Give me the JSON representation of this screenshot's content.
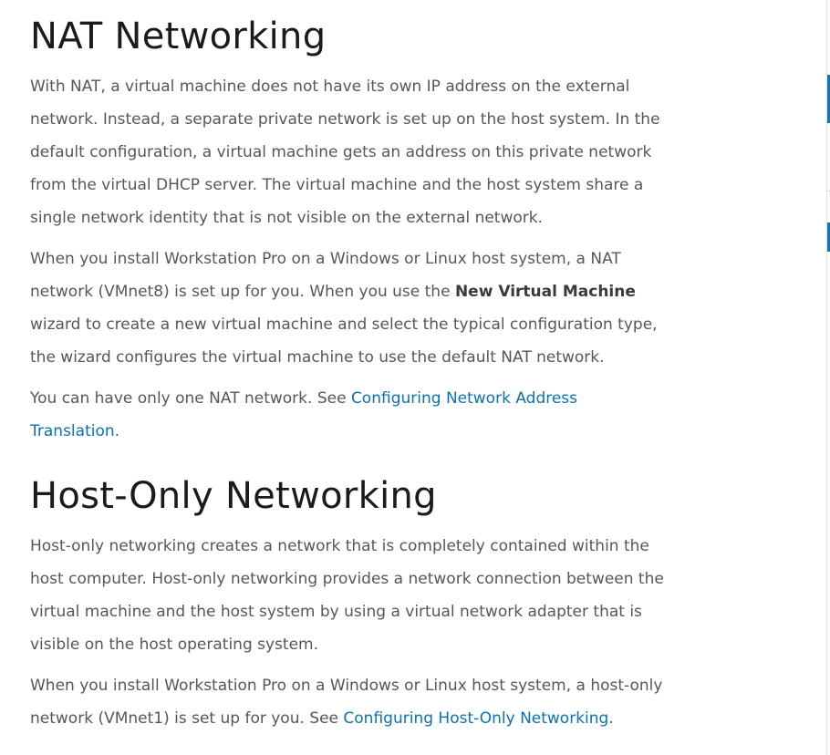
{
  "sections": [
    {
      "title": "NAT Networking",
      "paragraphs": [
        [
          [
            {
              "t": "With NAT, a virtual machine does not have its own IP address on the external"
            }
          ],
          [
            {
              "t": "network. Instead, a separate private network is set up on the host system. In the"
            }
          ],
          [
            {
              "t": "default configuration, a virtual machine gets an address on this private network"
            }
          ],
          [
            {
              "t": "from the virtual DHCP server. The virtual machine and the host system share a"
            }
          ],
          [
            {
              "t": "single network identity that is not visible on the external network."
            }
          ]
        ],
        [
          [
            {
              "t": "When you install Workstation Pro on a Windows or Linux host system, a NAT"
            }
          ],
          [
            {
              "t": "network (VMnet8) is set up for you. When you use the "
            },
            {
              "t": "New Virtual Machine",
              "s": "b"
            }
          ],
          [
            {
              "t": "wizard to create a new virtual machine and select the typical configuration type,"
            }
          ],
          [
            {
              "t": "the wizard configures the virtual machine to use the default NAT network."
            }
          ]
        ],
        [
          [
            {
              "t": "You can have only one NAT network. See "
            },
            {
              "t": "Configuring Network Address",
              "s": "a"
            }
          ],
          [
            {
              "t": "Translation",
              "s": "a"
            },
            {
              "t": "."
            }
          ]
        ]
      ]
    },
    {
      "title": "Host-Only Networking",
      "paragraphs": [
        [
          [
            {
              "t": "Host-only networking creates a network that is completely contained within the"
            }
          ],
          [
            {
              "t": "host computer. Host-only networking provides a network connection between the"
            }
          ],
          [
            {
              "t": "virtual machine and the host system by using a virtual network adapter that is"
            }
          ],
          [
            {
              "t": "visible on the host operating system."
            }
          ]
        ],
        [
          [
            {
              "t": "When you install Workstation Pro on a Windows or Linux host system, a host-only"
            }
          ],
          [
            {
              "t": "network (VMnet1) is set up for you. See "
            },
            {
              "t": "Configuring Host-Only Networking",
              "s": "a"
            },
            {
              "t": "."
            }
          ]
        ]
      ]
    }
  ],
  "colors": {
    "text": "#575757",
    "link": "#0a72b5",
    "accent": "#0a78c0"
  }
}
